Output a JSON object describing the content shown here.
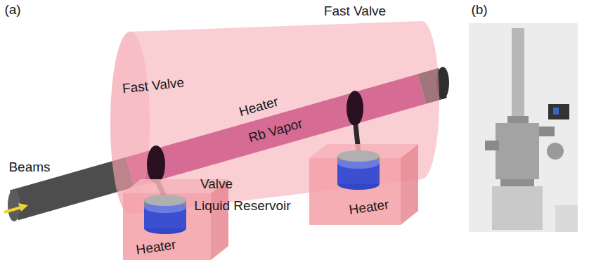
{
  "diagram": {
    "nodes": [
      {
        "text": [
          "Heater",
          "Rb Vapor"
        ]
      },
      {
        "text": [
          "Heater"
        ]
      },
      {
        "text": [
          "Heater"
        ]
      }
    ],
    "labels": [
      "(a)",
      "Fast Valve",
      "(b)",
      "Fast Valve",
      "Beams",
      "Valve",
      "Liquid Reservoir"
    ]
  }
}
